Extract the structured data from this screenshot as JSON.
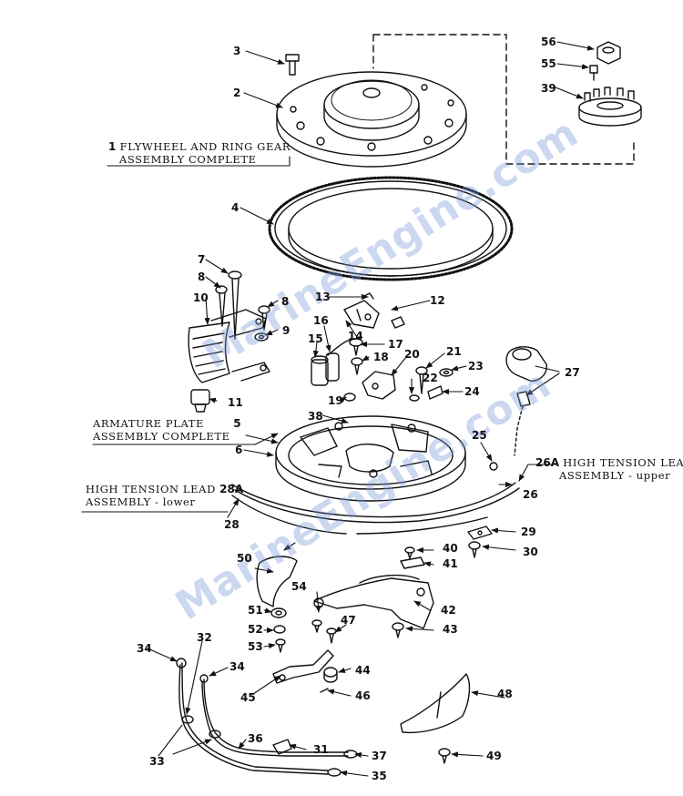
{
  "watermark": {
    "text": "MarineEngine.com",
    "color": "#7896d7"
  },
  "captions": {
    "flywheel": {
      "num": "1",
      "line1": "FLYWHEEL AND RING GEAR",
      "line2": "ASSEMBLY COMPLETE"
    },
    "armature": {
      "num": "5",
      "line1": "ARMATURE PLATE",
      "line2": "ASSEMBLY COMPLETE"
    },
    "lead_upper": {
      "num": "26A",
      "line1": "HIGH TENSION LEAD",
      "line2": "ASSEMBLY - upper"
    },
    "lead_lower": {
      "num": "28A",
      "line1": "HIGH TENSION LEAD",
      "line2": "ASSEMBLY - lower"
    }
  },
  "callouts": {
    "c2": "2",
    "c3": "3",
    "c4": "4",
    "c6": "6",
    "c7": "7",
    "c8a": "8",
    "c8b": "8",
    "c9": "9",
    "c10": "10",
    "c11": "11",
    "c12": "12",
    "c13": "13",
    "c14": "14",
    "c15": "15",
    "c16": "16",
    "c17": "17",
    "c18": "18",
    "c19": "19",
    "c20": "20",
    "c21": "21",
    "c22": "22",
    "c23": "23",
    "c24": "24",
    "c25": "25",
    "c26": "26",
    "c27": "27",
    "c28": "28",
    "c29": "29",
    "c30": "30",
    "c31": "31",
    "c32": "32",
    "c33": "33",
    "c34a": "34",
    "c34b": "34",
    "c35": "35",
    "c36": "36",
    "c37": "37",
    "c38": "38",
    "c39": "39",
    "c40": "40",
    "c41": "41",
    "c42": "42",
    "c43": "43",
    "c44": "44",
    "c45": "45",
    "c46": "46",
    "c47": "47",
    "c48": "48",
    "c49": "49",
    "c50": "50",
    "c51": "51",
    "c52": "52",
    "c53": "53",
    "c54": "54",
    "c55": "55",
    "c56": "56"
  }
}
